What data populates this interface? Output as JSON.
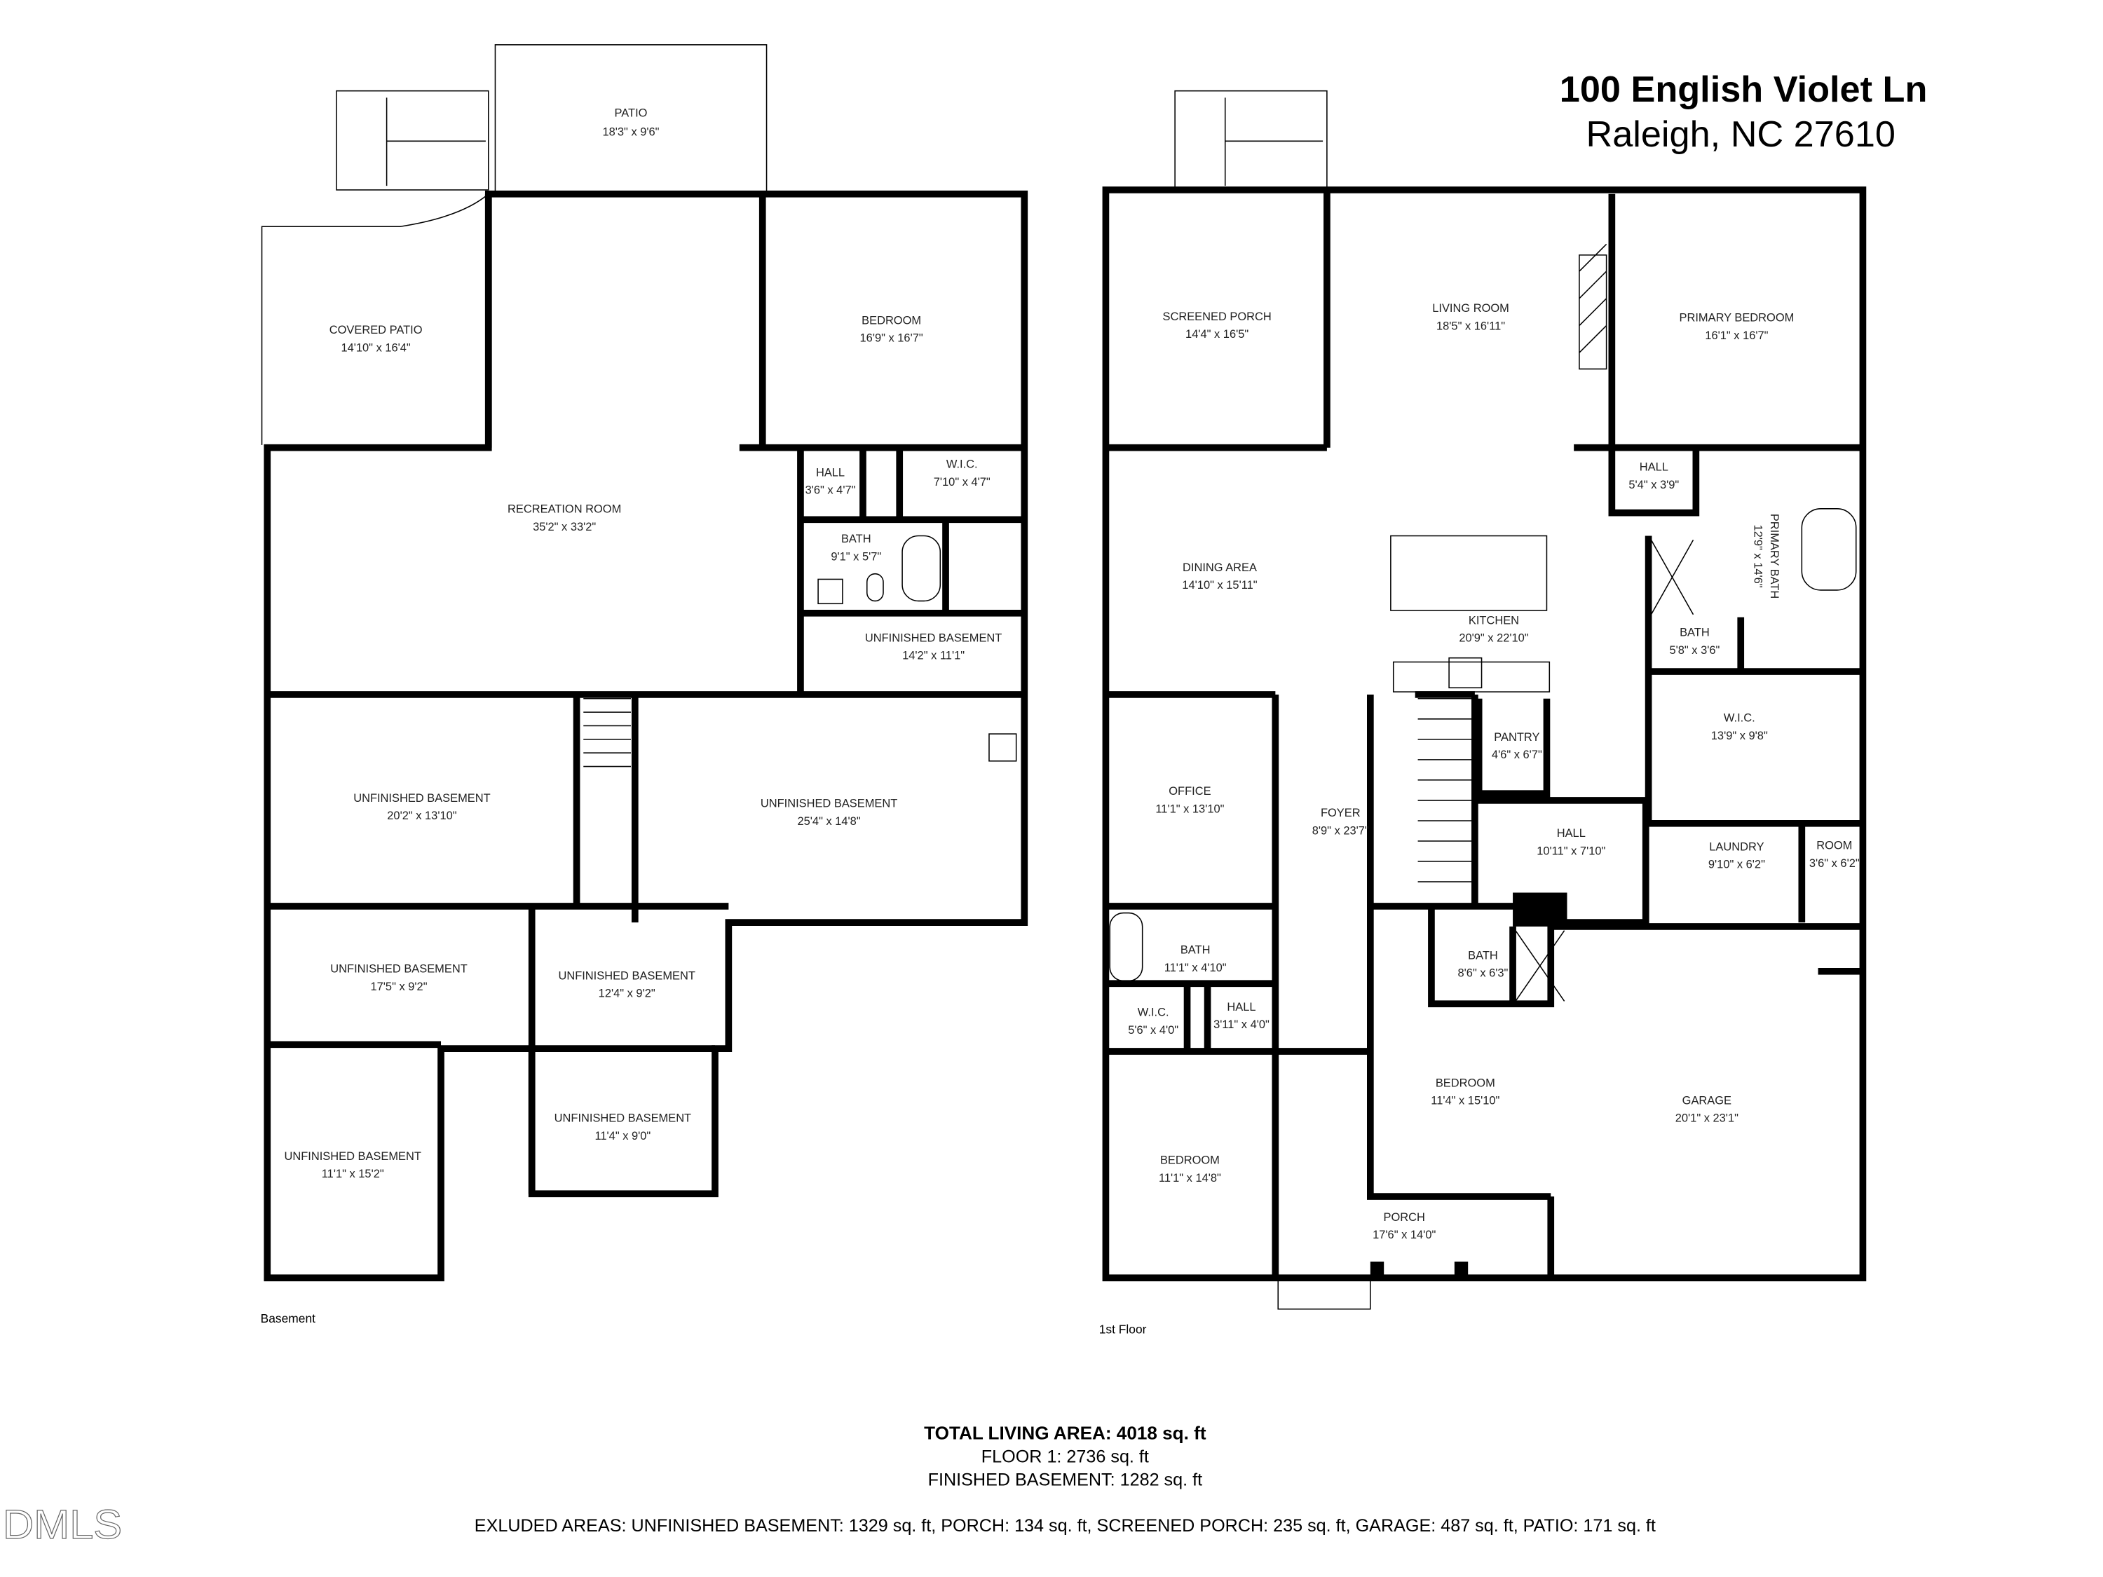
{
  "header": {
    "address": "100 English Violet Ln",
    "city": "Raleigh, NC 27610"
  },
  "basement": {
    "label": "Basement",
    "rooms": [
      {
        "name": "PATIO",
        "dims": "18'3\" x 9'6\""
      },
      {
        "name": "COVERED PATIO",
        "dims": "14'10\" x 16'4\""
      },
      {
        "name": "BEDROOM",
        "dims": "16'9\" x 16'7\""
      },
      {
        "name": "RECREATION ROOM",
        "dims": "35'2\" x 33'2\""
      },
      {
        "name": "HALL",
        "dims": "3'6\" x 4'7\""
      },
      {
        "name": "W.I.C.",
        "dims": "7'10\" x 4'7\""
      },
      {
        "name": "BATH",
        "dims": "9'1\" x 5'7\""
      },
      {
        "name": "UNFINISHED BASEMENT",
        "dims": "14'2\" x 11'1\""
      },
      {
        "name": "UNFINISHED BASEMENT",
        "dims": "20'2\" x 13'10\""
      },
      {
        "name": "UNFINISHED BASEMENT",
        "dims": "25'4\" x 14'8\""
      },
      {
        "name": "UNFINISHED BASEMENT",
        "dims": "17'5\" x 9'2\""
      },
      {
        "name": "UNFINISHED BASEMENT",
        "dims": "12'4\" x 9'2\""
      },
      {
        "name": "UNFINISHED BASEMENT",
        "dims": "11'4\" x 9'0\""
      },
      {
        "name": "UNFINISHED BASEMENT",
        "dims": "11'1\" x 15'2\""
      }
    ]
  },
  "first_floor": {
    "label": "1st Floor",
    "rooms": [
      {
        "name": "SCREENED PORCH",
        "dims": "14'4\" x 16'5\""
      },
      {
        "name": "LIVING ROOM",
        "dims": "18'5\" x 16'11\""
      },
      {
        "name": "PRIMARY BEDROOM",
        "dims": "16'1\" x 16'7\""
      },
      {
        "name": "DINING AREA",
        "dims": "14'10\" x 15'11\""
      },
      {
        "name": "KITCHEN",
        "dims": "20'9\" x 22'10\""
      },
      {
        "name": "HALL",
        "dims": "5'4\" x 3'9\""
      },
      {
        "name": "PRIMARY BATH",
        "dims": "12'9\" x 14'6\""
      },
      {
        "name": "BATH",
        "dims": "5'8\" x 3'6\""
      },
      {
        "name": "W.I.C.",
        "dims": "13'9\" x 9'8\""
      },
      {
        "name": "OFFICE",
        "dims": "11'1\" x 13'10\""
      },
      {
        "name": "FOYER",
        "dims": "8'9\" x 23'7\""
      },
      {
        "name": "PANTRY",
        "dims": "4'6\" x 6'7\""
      },
      {
        "name": "HALL",
        "dims": "10'11\" x 7'10\""
      },
      {
        "name": "LAUNDRY",
        "dims": "9'10\" x 6'2\""
      },
      {
        "name": "ROOM",
        "dims": "3'6\" x 6'2\""
      },
      {
        "name": "BATH",
        "dims": "11'1\" x 4'10\""
      },
      {
        "name": "W.I.C.",
        "dims": "5'6\" x 4'0\""
      },
      {
        "name": "HALL",
        "dims": "3'11\" x 4'0\""
      },
      {
        "name": "BATH",
        "dims": "8'6\" x 6'3\""
      },
      {
        "name": "BEDROOM",
        "dims": "11'4\" x 15'10\""
      },
      {
        "name": "BEDROOM",
        "dims": "11'1\" x 14'8\""
      },
      {
        "name": "PORCH",
        "dims": "17'6\" x 14'0\""
      },
      {
        "name": "GARAGE",
        "dims": "20'1\" x 23'1\""
      }
    ]
  },
  "summary": {
    "total": "TOTAL LIVING AREA: 4018 sq. ft",
    "floor1": "FLOOR 1: 2736 sq. ft",
    "finished_basement": "FINISHED BASEMENT: 1282 sq. ft",
    "excluded": "EXLUDED AREAS: UNFINISHED BASEMENT: 1329 sq. ft, PORCH: 134 sq. ft, SCREENED PORCH: 235 sq. ft, GARAGE: 487  sq. ft, PATIO: 171 sq. ft"
  },
  "logo": "DMLS"
}
